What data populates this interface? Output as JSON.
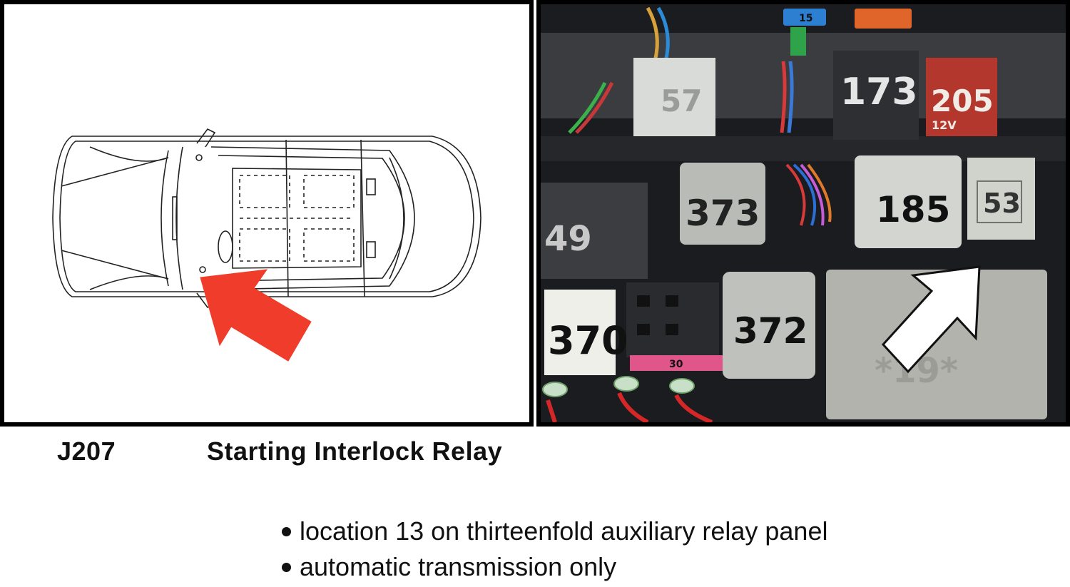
{
  "caption": {
    "code": "J207",
    "title": "Starting Interlock Relay"
  },
  "notes": [
    "location 13 on thirteenfold auxiliary relay panel",
    "automatic transmission only"
  ],
  "relay_labels": {
    "r57": "57",
    "r173": "173",
    "r205": "205",
    "r205_sub": "12V",
    "r373": "373",
    "r185": "185",
    "r53": "53",
    "r49": "49",
    "r370": "370",
    "r372": "372",
    "r19": "*19*",
    "fuse_15": "15",
    "fuse_30": "30"
  },
  "colors": {
    "pointer_red": "#f03c2a",
    "pointer_white": "#ffffff",
    "relay_grey": "#c7cbc6",
    "relay_dark": "#2d2f33",
    "relay_red": "#b3372c"
  },
  "icons": {
    "left_pointer": "arrow-icon",
    "right_pointer": "arrow-icon"
  }
}
